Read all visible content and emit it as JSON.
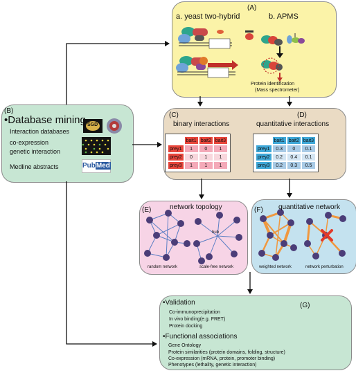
{
  "panel_a": {
    "letter": "(A)",
    "left_title": "a. yeast two-hybrid",
    "right_title": "b.  APMS",
    "note_line1": "Protein identification",
    "note_line2": "(Mass spectrometer)"
  },
  "panel_b": {
    "letter": "(B)",
    "title": "Database mining",
    "items": [
      "Interaction databases",
      "co-expression",
      "genetic interaction",
      "Medline abstracts"
    ],
    "logo_sgd": "SGD",
    "logo_pubmed_1": "Pub",
    "logo_pubmed_2": "Med"
  },
  "panel_c": {
    "letter": "(C)",
    "title": "binary interactions",
    "headers": [
      "bait1",
      "bait2",
      "bait3"
    ],
    "rows": [
      {
        "label": "prey1",
        "values": [
          "1",
          "0",
          "1"
        ]
      },
      {
        "label": "prey2",
        "values": [
          "0",
          "1",
          "1"
        ]
      },
      {
        "label": "prey3",
        "values": [
          "1",
          "1",
          "1"
        ]
      }
    ]
  },
  "panel_d": {
    "letter": "(D)",
    "title": "quantitative interactions",
    "headers": [
      "bait1",
      "bait2",
      "bait3"
    ],
    "rows": [
      {
        "label": "prey1",
        "values": [
          "0.3",
          "0",
          "0.1"
        ]
      },
      {
        "label": "prey2",
        "values": [
          "0.2",
          "0.4",
          "0.1"
        ]
      },
      {
        "label": "prey3",
        "values": [
          "0.2",
          "0.3",
          "0.5"
        ]
      }
    ]
  },
  "panel_e": {
    "letter": "(E)",
    "title": "network topology",
    "hub_label": "hub",
    "caption_left": "random network",
    "caption_right": "scale-free network"
  },
  "panel_f": {
    "letter": "(F)",
    "title": "quantitative network",
    "caption_left": "weighted network",
    "caption_right": "network perturbation"
  },
  "panel_g": {
    "letter": "(G)",
    "section1_title": "Validation",
    "section1_items": [
      "Co-immunoprecipitation",
      "In vivo binding(e.g. FRET)",
      "Protein docking"
    ],
    "section2_title": "Functional associations",
    "section2_items": [
      "Gene Ontology",
      "Protein similarities (protein domains, folding, structure)",
      "Co-expression (mRNA, protein, promoter binding)",
      "Phenotypes (lethality, genetic interaction)"
    ]
  },
  "colors": {
    "panel_a_fill": "#fbf3a8",
    "panel_b_fill": "#c7e6d3",
    "panel_cd_fill": "#eadbc4",
    "panel_e_fill": "#f7d4e6",
    "panel_f_fill": "#c4e2ef",
    "panel_g_fill": "#c7e6d3",
    "node": "#4b3d78",
    "edge_blue": "#5b7fc4",
    "edge_orange": "#f0983f",
    "cross_red": "#e23a2a",
    "header_red": "#e8463b",
    "row_pink": "#f4a9b8",
    "header_blue": "#3fa8d8",
    "row_blue": "#a9cbe6"
  }
}
